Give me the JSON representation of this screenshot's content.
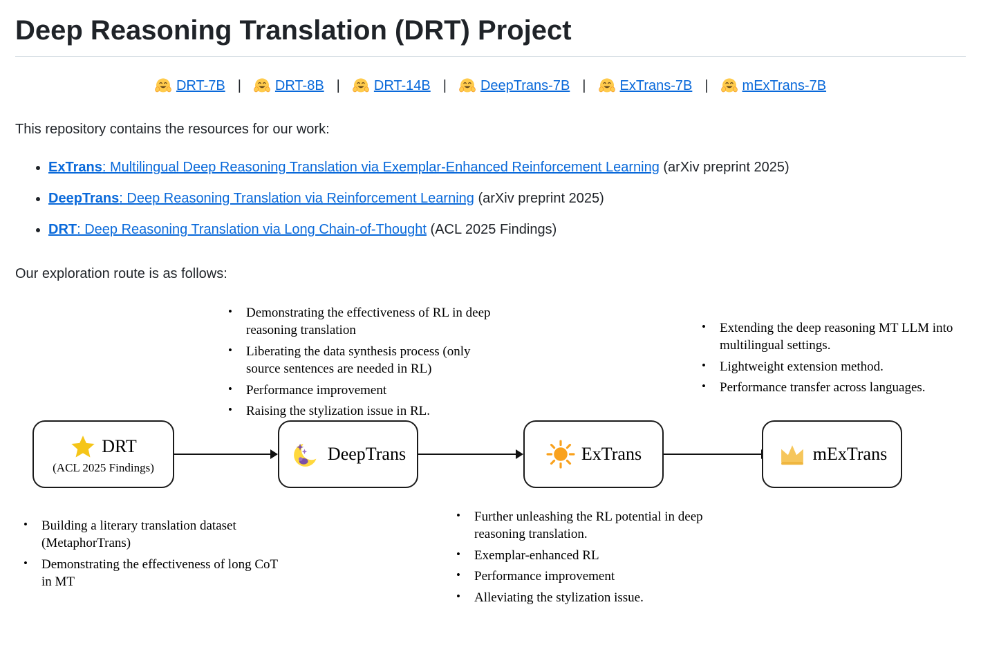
{
  "page": {
    "title": "Deep Reasoning Translation (DRT) Project"
  },
  "separator": "|",
  "colors": {
    "link_blue": "#0969da",
    "text": "#1f2328",
    "hug_yellow": "#FFCB4C",
    "star_gold": "#F5C518",
    "sun_orange": "#F9A11C",
    "crown_gold": "#F6C65B",
    "moon_yellow": "#FFD83D",
    "moon_purple": "#7B4FA6"
  },
  "model_links": [
    {
      "label": "DRT-7B",
      "icon": "hugging-face-icon"
    },
    {
      "label": "DRT-8B",
      "icon": "hugging-face-icon"
    },
    {
      "label": "DRT-14B",
      "icon": "hugging-face-icon"
    },
    {
      "label": "DeepTrans-7B",
      "icon": "hugging-face-icon"
    },
    {
      "label": "ExTrans-7B",
      "icon": "hugging-face-icon"
    },
    {
      "label": "mExTrans-7B",
      "icon": "hugging-face-icon"
    }
  ],
  "intro": "This repository contains the resources for our work:",
  "papers": [
    {
      "bold": "ExTrans",
      "link_rest": ": Multilingual Deep Reasoning Translation via Exemplar-Enhanced Reinforcement Learning",
      "suffix": " (arXiv preprint 2025)"
    },
    {
      "bold": "DeepTrans",
      "link_rest": ": Deep Reasoning Translation via Reinforcement Learning",
      "suffix": " (arXiv preprint 2025)"
    },
    {
      "bold": "DRT",
      "link_rest": ": Deep Reasoning Translation via Long Chain-of-Thought",
      "suffix": " (ACL 2025 Findings)"
    }
  ],
  "route_intro": "Our exploration route is as follows:",
  "diagram": {
    "nodes": [
      {
        "label": "DRT",
        "sublabel": "(ACL 2025 Findings)",
        "icon": "star-icon"
      },
      {
        "label": "DeepTrans",
        "icon": "moon-icon"
      },
      {
        "label": "ExTrans",
        "icon": "sun-icon"
      },
      {
        "label": "mExTrans",
        "icon": "crown-icon"
      }
    ],
    "deeptrans_notes": [
      "Demonstrating the effectiveness of RL in deep reasoning translation",
      "Liberating the data synthesis process (only source sentences are needed in RL)",
      "Performance improvement",
      "Raising the stylization issue in RL."
    ],
    "mextrans_notes": [
      "Extending the deep reasoning MT LLM into multilingual settings.",
      "Lightweight extension method.",
      "Performance transfer across languages."
    ],
    "drt_notes": [
      "Building a literary translation dataset (MetaphorTrans)",
      "Demonstrating the effectiveness of long CoT in MT"
    ],
    "extrans_notes": [
      "Further unleashing the RL potential in deep reasoning translation.",
      "Exemplar-enhanced RL",
      "Performance improvement",
      "Alleviating the stylization issue."
    ]
  }
}
